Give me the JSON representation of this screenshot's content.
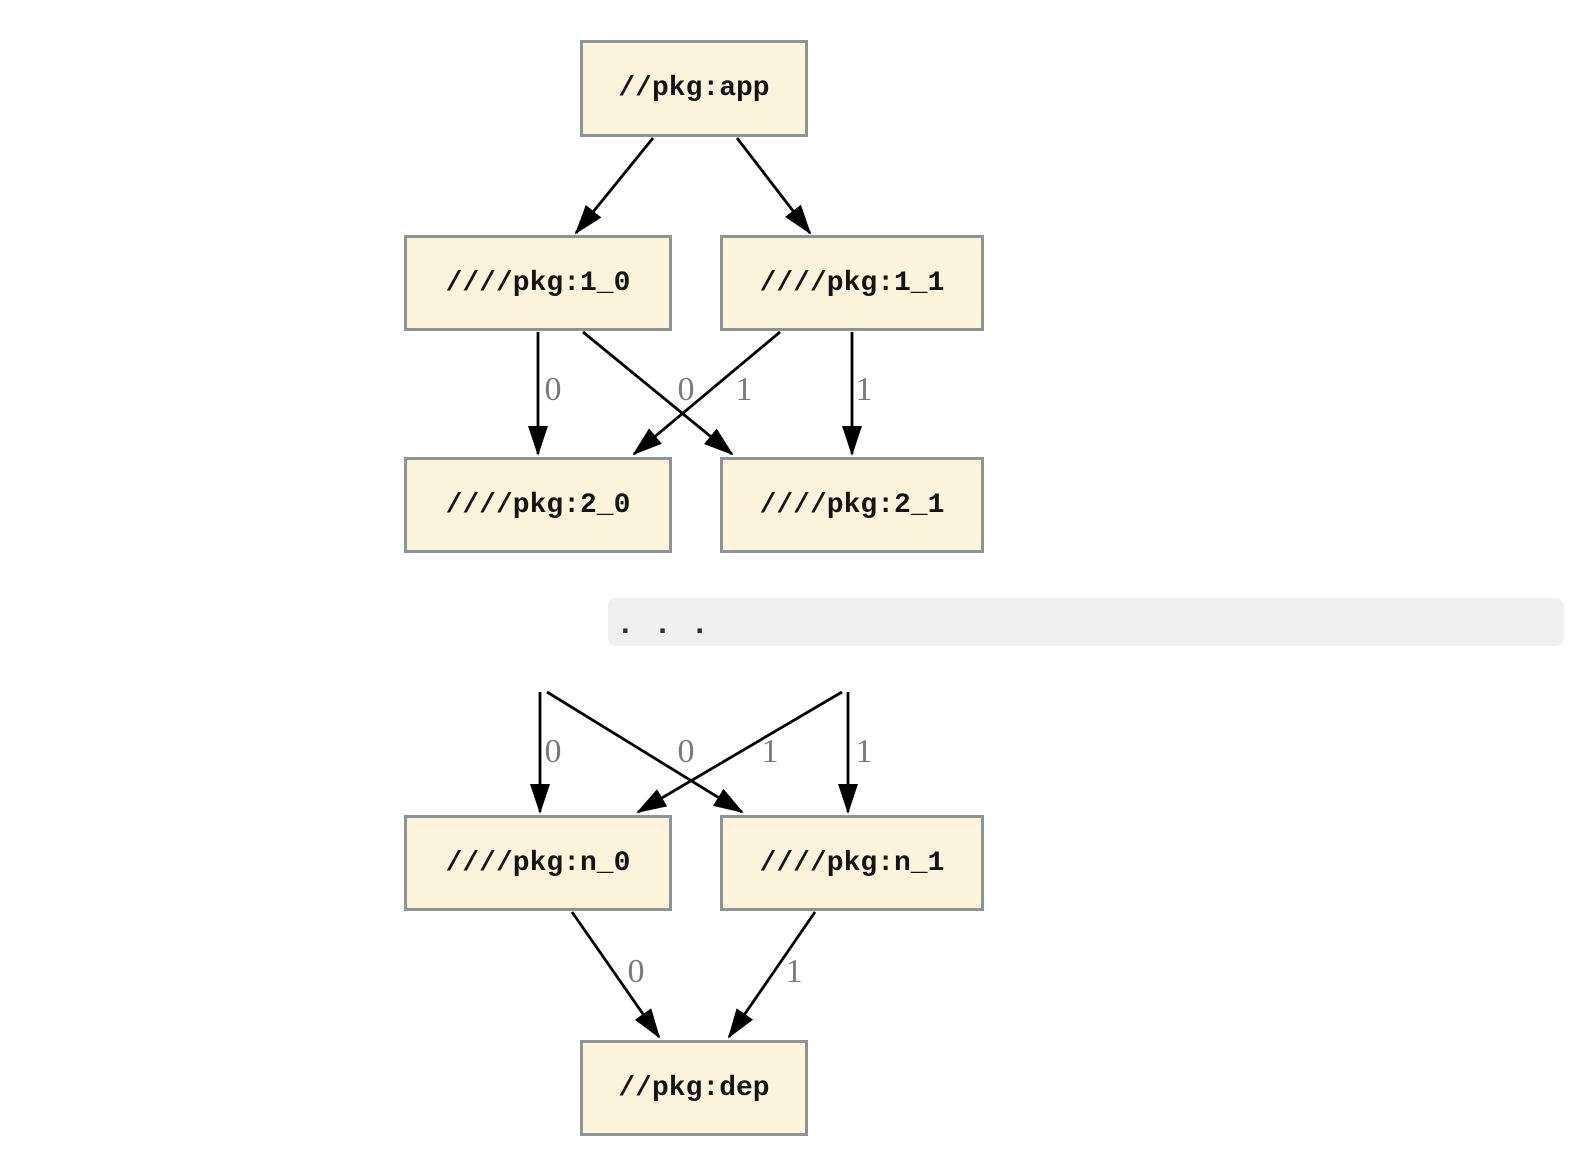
{
  "diagram": {
    "nodes": [
      {
        "id": "app",
        "label": "//pkg:app"
      },
      {
        "id": "1_0",
        "label": "////pkg:1_0"
      },
      {
        "id": "1_1",
        "label": "////pkg:1_1"
      },
      {
        "id": "2_0",
        "label": "////pkg:2_0"
      },
      {
        "id": "2_1",
        "label": "////pkg:2_1"
      },
      {
        "id": "n_0",
        "label": "////pkg:n_0"
      },
      {
        "id": "n_1",
        "label": "////pkg:n_1"
      },
      {
        "id": "dep",
        "label": "//pkg:dep"
      }
    ],
    "edges": [
      {
        "from": "//pkg:app",
        "to": "////pkg:1_0",
        "label": ""
      },
      {
        "from": "//pkg:app",
        "to": "////pkg:1_1",
        "label": ""
      },
      {
        "from": "////pkg:1_0",
        "to": "////pkg:2_0",
        "label": "0"
      },
      {
        "from": "////pkg:1_0",
        "to": "////pkg:2_1",
        "label": "1"
      },
      {
        "from": "////pkg:1_1",
        "to": "////pkg:2_0",
        "label": "0"
      },
      {
        "from": "////pkg:1_1",
        "to": "////pkg:2_1",
        "label": "1"
      },
      {
        "from": "...",
        "to": "////pkg:n_0",
        "label": "0"
      },
      {
        "from": "...",
        "to": "////pkg:n_1",
        "label": "1"
      },
      {
        "from": "...",
        "to": "////pkg:n_0",
        "label": "0"
      },
      {
        "from": "...",
        "to": "////pkg:n_1",
        "label": "1"
      },
      {
        "from": "////pkg:n_0",
        "to": "//pkg:dep",
        "label": "0"
      },
      {
        "from": "////pkg:n_1",
        "to": "//pkg:dep",
        "label": "1"
      }
    ],
    "edge_labels": {
      "s1": [
        "0",
        "0",
        "1",
        "1"
      ],
      "s2": [
        "0",
        "0",
        "1",
        "1"
      ],
      "s3": [
        "0",
        "1"
      ]
    },
    "ellipsis": ". . .",
    "colors": {
      "node_fill": "#FBF4DB",
      "node_border": "#8E9394",
      "edge": "#000000",
      "edge_label": "#7A7A7A",
      "ellipsis_bg": "#F0F0F0",
      "background": "#FFFFFF"
    }
  }
}
